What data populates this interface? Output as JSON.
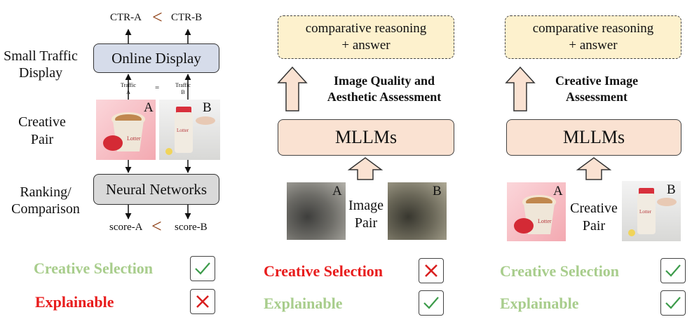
{
  "panel1": {
    "ctr_a": "CTR-A",
    "ctr_b": "CTR-B",
    "ctr_compare": "<",
    "small_traffic_display": [
      "Small Traffic",
      "Display"
    ],
    "online_display": "Online Display",
    "traffic_a": [
      "Traffic",
      "A"
    ],
    "traffic_equals": "=",
    "traffic_b": [
      "Traffic",
      "B"
    ],
    "creative_pair": [
      "Creative",
      "Pair"
    ],
    "image_a_label": "A",
    "image_b_label": "B",
    "ranking_comparison": [
      "Ranking/",
      "Comparison"
    ],
    "neural_networks": "Neural Networks",
    "score_a": "score-A",
    "score_compare": "<",
    "score_b": "score-B",
    "creative_selection": "Creative Selection",
    "explainable": "Explainable"
  },
  "panel2": {
    "reasoning": [
      "comparative reasoning",
      "+ answer"
    ],
    "caption": [
      "Image Quality and",
      "Aesthetic Assessment"
    ],
    "mllm": "MLLMs",
    "image_a_label": "A",
    "image_b_label": "B",
    "image_pair": [
      "Image",
      "Pair"
    ],
    "creative_selection": "Creative Selection",
    "explainable": "Explainable"
  },
  "panel3": {
    "reasoning": [
      "comparative reasoning",
      "+ answer"
    ],
    "caption": [
      "Creative Image",
      "Assessment"
    ],
    "mllm": "MLLMs",
    "image_a_label": "A",
    "image_b_label": "B",
    "creative_pair": [
      "Creative",
      "Pair"
    ],
    "creative_selection": "Creative Selection",
    "explainable": "Explainable"
  },
  "colors": {
    "good": "#a8cd8c",
    "bad": "#e81c1c",
    "check_green": "#3c9b4a",
    "cross_red": "#d92020",
    "compare_brown": "#8b3a0e"
  },
  "icons": [
    "check-icon",
    "cross-icon",
    "up-arrow-icon"
  ]
}
